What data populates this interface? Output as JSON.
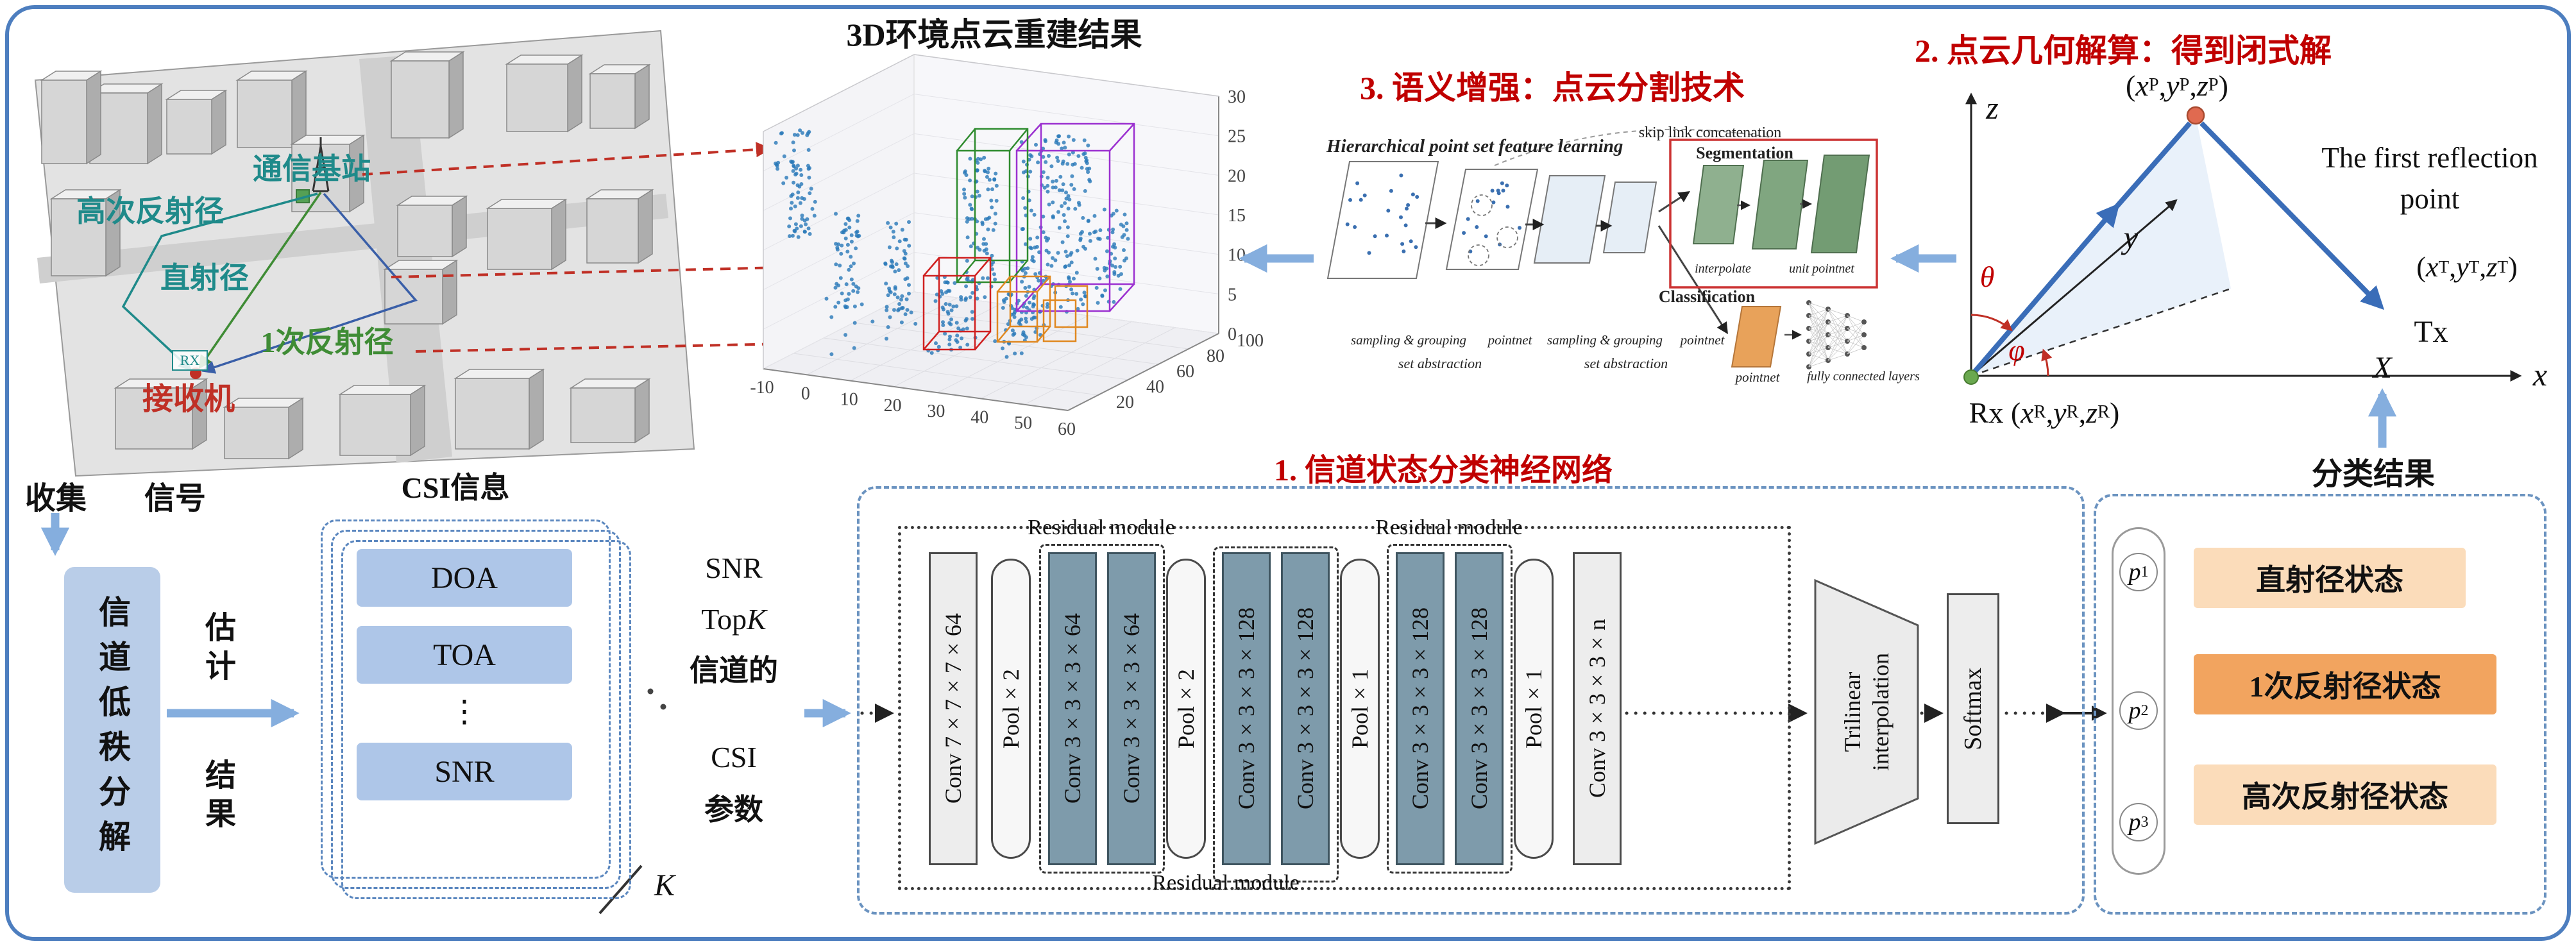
{
  "titles": {
    "pointcloud": "3D环境点云重建结果",
    "step1": "1. 信道状态分类神经网络",
    "step2": "2. 点云几何解算：得到闭式解",
    "step3": "3. 语义增强：点云分割技术",
    "result": "分类结果",
    "csi": "CSI信息"
  },
  "city": {
    "base_station": "通信基站",
    "high_order_path": "高次反射径",
    "direct_path": "直射径",
    "first_order_path": "1次反射径",
    "receiver": "接收机",
    "rx_tag": "RX"
  },
  "flow": {
    "collect": "收集",
    "signal": "信号",
    "decomposition": "信道低秩分解",
    "estimate": "估计",
    "result": "结果",
    "csi_items": [
      "DOA",
      "TOA",
      "⋮",
      "SNR"
    ],
    "k": "K",
    "snr_line1": "SNR",
    "snr_line2_pre": "Top",
    "snr_line2_k": "K",
    "snr_line3": "信道的",
    "param_line1": "CSI",
    "param_line2": "参数"
  },
  "network": {
    "residual": "Residual module",
    "layers": [
      "Conv 7×7×7×64",
      "Pool×2",
      "Conv 3×3×3×64",
      "Conv 3×3×3×64",
      "Pool×2",
      "Conv 3×3×3×128",
      "Conv 3×3×3×128",
      "Pool×1",
      "Conv 3×3×3×128",
      "Conv 3×3×3×128",
      "Pool×1",
      "Conv 3×3×3×n"
    ],
    "trilinear_l1": "Trilinear",
    "trilinear_l2": "interpolation",
    "softmax": "Softmax"
  },
  "output": {
    "probs": [
      {
        "b": "p",
        "s": "1"
      },
      {
        "b": "p",
        "s": "2"
      },
      {
        "b": "p",
        "s": "3"
      }
    ],
    "states": [
      "直射径状态",
      "1次反射径状态",
      "高次反射径状态"
    ]
  },
  "geometry": {
    "axis_z": "z",
    "axis_y": "y",
    "axis_x": "x",
    "theta": "θ",
    "phi": "φ",
    "p_label": {
      "o": "(",
      "v1": "x",
      "s1": "P",
      "c1": ", ",
      "v2": "y",
      "s2": "P",
      "c2": ", ",
      "v3": "z",
      "s3": "P",
      "e": ")"
    },
    "t_label": {
      "o": "(",
      "v1": "x",
      "s1": "T",
      "c1": ", ",
      "v2": "y",
      "s2": "T",
      "c2": ", ",
      "v3": "z",
      "s3": "T",
      "e": ")"
    },
    "r_label": {
      "o": "Rx (",
      "v1": "x",
      "s1": "R",
      "c1": ", ",
      "v2": "y",
      "s2": "R",
      "c2": ", ",
      "v3": "z",
      "s3": "R",
      "e": ")"
    },
    "reflection_l1": "The first reflection",
    "reflection_l2": "point",
    "tx": "Tx",
    "x_out": "X"
  },
  "pointcloud": {
    "x_ticks": [
      "-10",
      "0",
      "10",
      "20",
      "30",
      "40",
      "50",
      "60"
    ],
    "y_ticks": [
      "20",
      "40",
      "60",
      "80",
      "100"
    ],
    "z_ticks": [
      "0",
      "5",
      "10",
      "15",
      "20",
      "25",
      "30"
    ]
  },
  "segmentation": {
    "skip_link": "skip link concatenation",
    "hierarchical": "Hierarchical point set feature learning",
    "segmentation": "Segmentation",
    "classification": "Classification",
    "sampling1": "sampling & grouping",
    "pointnet1": "pointnet",
    "sampling2": "sampling & grouping",
    "pointnet2": "pointnet",
    "sa1": "set abstraction",
    "sa2": "set abstraction",
    "interpolate": "interpolate",
    "unit_pointnet": "unit pointnet",
    "pointnet3": "pointnet",
    "fc": "fully connected layers"
  }
}
